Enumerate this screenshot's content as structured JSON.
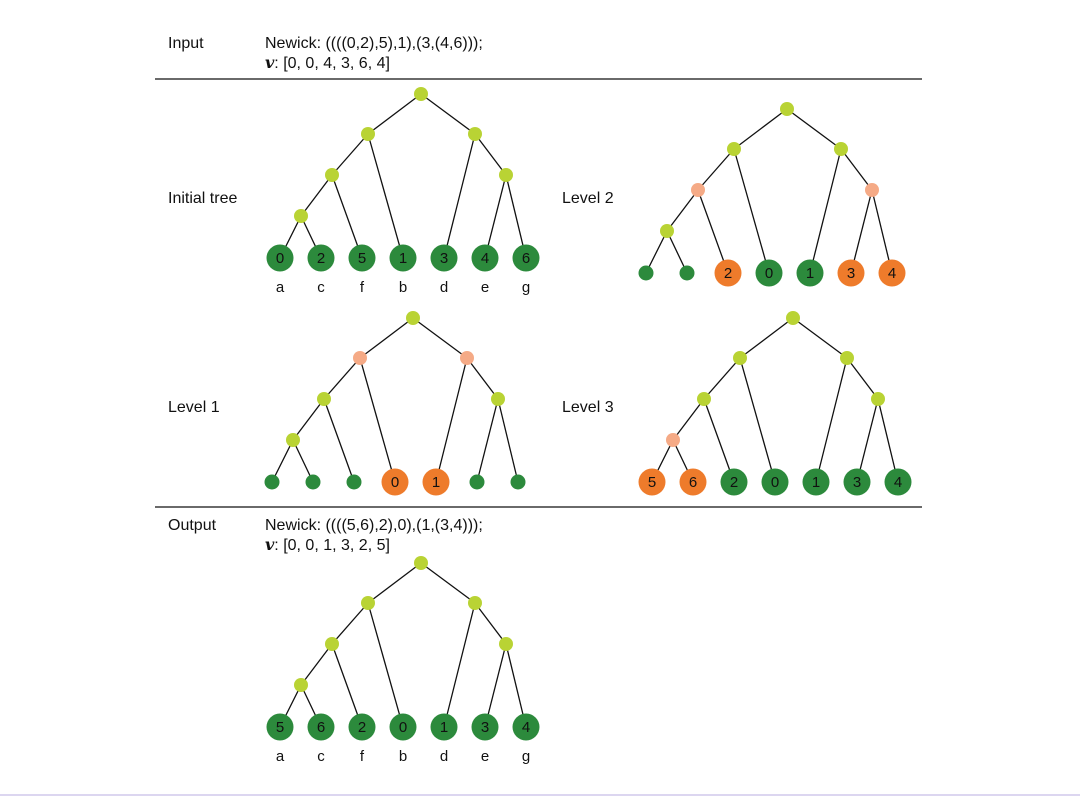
{
  "colors": {
    "internal": "#b9d334",
    "highlight_internal": "#f5aa86",
    "leaf": "#2c8a3c",
    "highlight_leaf": "#ee7b2b",
    "edge": "#111111"
  },
  "input": {
    "label": "Input",
    "newick": "Newick: ((((0,2),5),1),(3,(4,6)));",
    "v_symbol": "v",
    "v_value": ": [0, 0, 4, 3, 6, 4]"
  },
  "output": {
    "label": "Output",
    "newick": "Newick: ((((5,6),2),0),(1,(3,4)));",
    "v_symbol": "v",
    "v_value": ": [0, 0, 1, 3, 2, 5]"
  },
  "leaf_names": [
    "a",
    "c",
    "f",
    "b",
    "d",
    "e",
    "g"
  ],
  "trees": [
    {
      "id": "initial",
      "label": "Initial tree",
      "show_leaf_names": true,
      "internal": {
        "root": "internal",
        "A": "internal",
        "B": "internal",
        "C": "internal",
        "E": "internal",
        "D": "internal"
      },
      "leaves": [
        {
          "value": "0",
          "state": "leaf"
        },
        {
          "value": "2",
          "state": "leaf"
        },
        {
          "value": "5",
          "state": "leaf"
        },
        {
          "value": "1",
          "state": "leaf"
        },
        {
          "value": "3",
          "state": "leaf"
        },
        {
          "value": "4",
          "state": "leaf"
        },
        {
          "value": "6",
          "state": "leaf"
        }
      ]
    },
    {
      "id": "level2",
      "label": "Level 2",
      "show_leaf_names": false,
      "internal": {
        "root": "internal",
        "A": "internal",
        "B": "internal",
        "C": "highlight_internal",
        "E": "highlight_internal",
        "D": "internal"
      },
      "leaves": [
        {
          "value": "",
          "state": "leaf"
        },
        {
          "value": "",
          "state": "leaf"
        },
        {
          "value": "2",
          "state": "highlight_leaf"
        },
        {
          "value": "0",
          "state": "leaf"
        },
        {
          "value": "1",
          "state": "leaf"
        },
        {
          "value": "3",
          "state": "highlight_leaf"
        },
        {
          "value": "4",
          "state": "highlight_leaf"
        }
      ]
    },
    {
      "id": "level1",
      "label": "Level 1",
      "show_leaf_names": false,
      "internal": {
        "root": "internal",
        "A": "highlight_internal",
        "B": "highlight_internal",
        "C": "internal",
        "E": "internal",
        "D": "internal"
      },
      "leaves": [
        {
          "value": "",
          "state": "leaf"
        },
        {
          "value": "",
          "state": "leaf"
        },
        {
          "value": "",
          "state": "leaf"
        },
        {
          "value": "0",
          "state": "highlight_leaf"
        },
        {
          "value": "1",
          "state": "highlight_leaf"
        },
        {
          "value": "",
          "state": "leaf"
        },
        {
          "value": "",
          "state": "leaf"
        }
      ]
    },
    {
      "id": "level3",
      "label": "Level 3",
      "show_leaf_names": false,
      "internal": {
        "root": "internal",
        "A": "internal",
        "B": "internal",
        "C": "internal",
        "E": "internal",
        "D": "highlight_internal"
      },
      "leaves": [
        {
          "value": "5",
          "state": "highlight_leaf"
        },
        {
          "value": "6",
          "state": "highlight_leaf"
        },
        {
          "value": "2",
          "state": "leaf"
        },
        {
          "value": "0",
          "state": "leaf"
        },
        {
          "value": "1",
          "state": "leaf"
        },
        {
          "value": "3",
          "state": "leaf"
        },
        {
          "value": "4",
          "state": "leaf"
        }
      ]
    },
    {
      "id": "output",
      "label": "",
      "show_leaf_names": true,
      "internal": {
        "root": "internal",
        "A": "internal",
        "B": "internal",
        "C": "internal",
        "E": "internal",
        "D": "internal"
      },
      "leaves": [
        {
          "value": "5",
          "state": "leaf"
        },
        {
          "value": "6",
          "state": "leaf"
        },
        {
          "value": "2",
          "state": "leaf"
        },
        {
          "value": "0",
          "state": "leaf"
        },
        {
          "value": "1",
          "state": "leaf"
        },
        {
          "value": "3",
          "state": "leaf"
        },
        {
          "value": "4",
          "state": "leaf"
        }
      ]
    }
  ]
}
